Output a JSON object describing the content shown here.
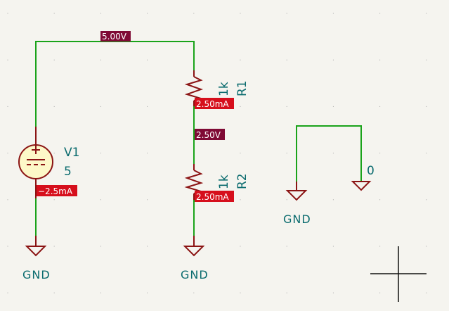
{
  "schematic": {
    "title": "KiCad schematic editor - simulation probe overlay",
    "colors": {
      "background": "#f5f4ef",
      "wire": "#1aa31a",
      "symbol": "#8b1414",
      "symbol_fill": "#fdf8c8",
      "reference_text": "#0a6b6e",
      "voltage_label": "#7f0a35",
      "current_label": "#d60f1c",
      "cursor": "#000000"
    },
    "components": {
      "v1": {
        "reference": "V1",
        "value": "5",
        "type": "voltage-source"
      },
      "r1": {
        "reference": "R1",
        "value": "1k",
        "type": "resistor"
      },
      "r2": {
        "reference": "R2",
        "value": "1k",
        "type": "resistor"
      }
    },
    "power_symbols": {
      "gnd_v1": {
        "label": "GND"
      },
      "gnd_r2": {
        "label": "GND"
      },
      "gnd_right": {
        "label": "GND"
      },
      "zero_ref": {
        "label": "0"
      }
    },
    "sim_labels": {
      "top_node_voltage": "5.00V",
      "mid_node_voltage": "2.50V",
      "r1_current": "2.50mA",
      "r2_current": "2.50mA",
      "v1_current": "−2.5mA"
    },
    "cursor": {
      "icon": "crosshair-cursor-icon"
    }
  }
}
